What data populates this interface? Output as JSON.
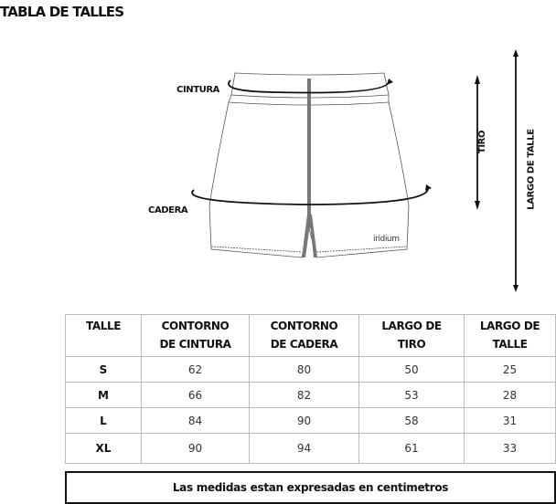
{
  "title": "TABLA DE TALLES",
  "diagram": {
    "cintura": "CINTURA",
    "cadera": "CADERA",
    "tiro": "TIRO",
    "largo_talle": "LARGO DE TALLE",
    "brand": "iridium"
  },
  "table": {
    "headers": [
      [
        "TALLE",
        ""
      ],
      [
        "CONTORNO",
        "DE CINTURA"
      ],
      [
        "CONTORNO",
        "DE CADERA"
      ],
      [
        "LARGO DE",
        "TIRO"
      ],
      [
        "LARGO DE",
        "TALLE"
      ]
    ],
    "rows": [
      [
        "S",
        "62",
        "80",
        "50",
        "25"
      ],
      [
        "M",
        "66",
        "82",
        "53",
        "28"
      ],
      [
        "L",
        "84",
        "90",
        "58",
        "31"
      ],
      [
        "XL",
        "90",
        "94",
        "61",
        "33"
      ]
    ]
  },
  "note": "Las medidas estan expresadas en centimetros"
}
